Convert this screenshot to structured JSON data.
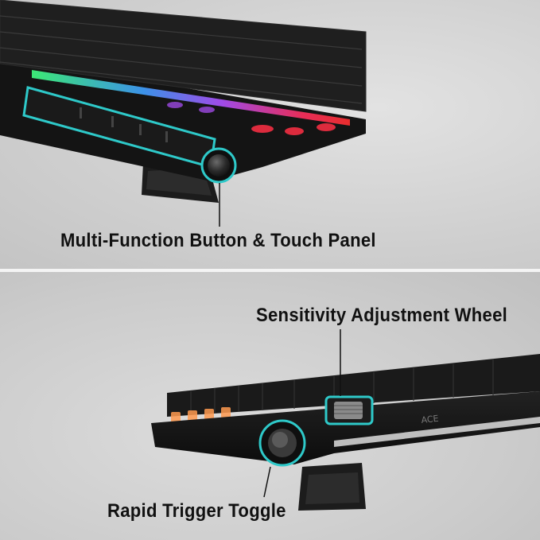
{
  "captions": {
    "top": "Multi-Function Button & Touch Panel",
    "sensitivity_wheel": "Sensitivity Adjustment Wheel",
    "rapid_trigger": "Rapid Trigger Toggle"
  },
  "keyboard_badge": "ACE",
  "colors": {
    "background": "#cfcfcf",
    "keyboard_body": "#141414",
    "highlight_cyan": "#2ec9c9",
    "rgb_red": "#ff3040",
    "rgb_purple": "#b050ff",
    "rgb_green": "#40ff80",
    "rgb_orange": "#ff9a50"
  }
}
